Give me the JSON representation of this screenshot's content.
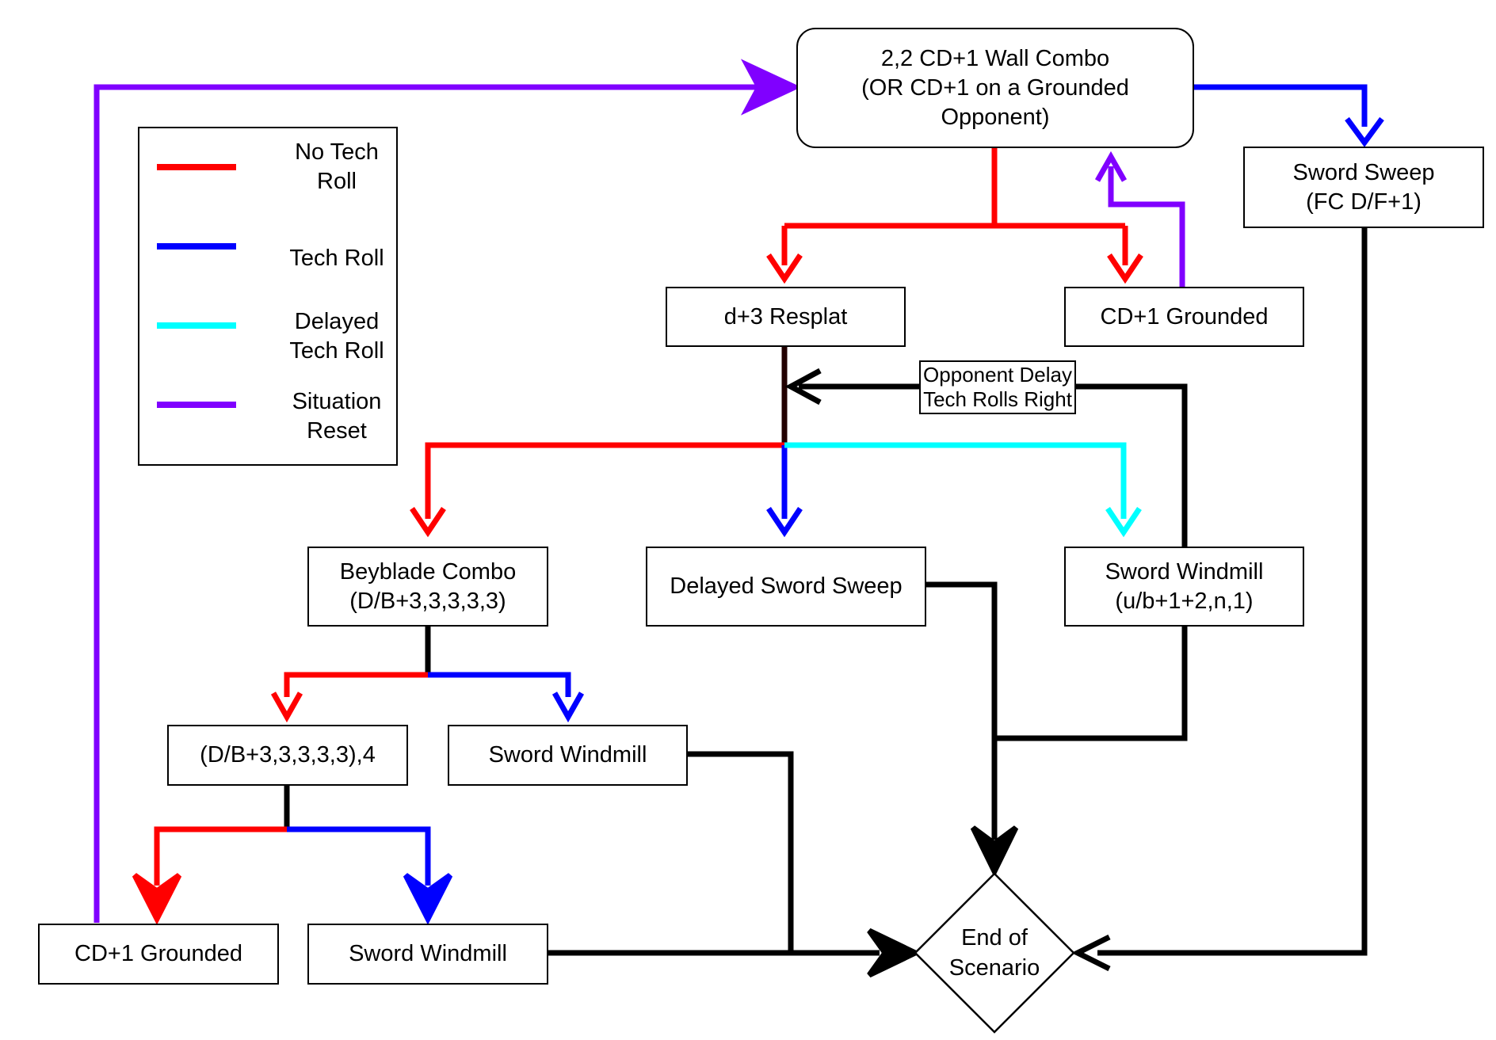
{
  "colors": {
    "no_tech_roll": "#ff0000",
    "tech_roll": "#0000ff",
    "delayed_tech_roll": "#00ffff",
    "situation_reset": "#8000ff",
    "flow": "#000000"
  },
  "legend": {
    "items": [
      {
        "label": "No Tech\nRoll",
        "color": "#ff0000"
      },
      {
        "label": "Tech Roll",
        "color": "#0000ff"
      },
      {
        "label": "Delayed\nTech Roll",
        "color": "#00ffff"
      },
      {
        "label": "Situation\nReset",
        "color": "#8000ff"
      }
    ]
  },
  "nodes": {
    "wall_combo": "2,2 CD+1 Wall Combo\n(OR CD+1 on a Grounded\nOpponent)",
    "sword_sweep": "Sword Sweep\n(FC D/F+1)",
    "d3_resplat": "d+3 Resplat",
    "cd1_grounded_top": "CD+1 Grounded",
    "beyblade_combo": "Beyblade Combo\n(D/B+3,3,3,3,3)",
    "delayed_sword_sweep": "Delayed Sword Sweep",
    "sword_windmill_right": "Sword Windmill\n(u/b+1+2,n,1)",
    "beyblade_4": "(D/B+3,3,3,3,3),4",
    "sword_windmill_mid": "Sword Windmill",
    "cd1_grounded_bottom": "CD+1 Grounded",
    "sword_windmill_bottom": "Sword Windmill",
    "end": "End of\nScenario"
  },
  "annotations": {
    "delay_tech_right": "Opponent Delay\nTech Rolls Right"
  }
}
